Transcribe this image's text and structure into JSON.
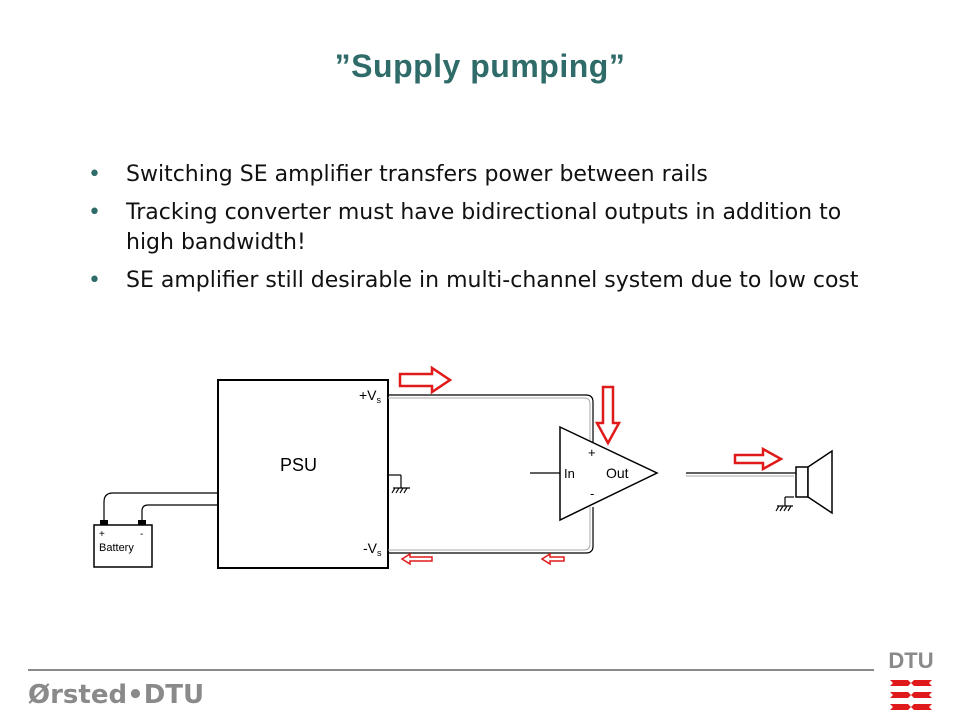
{
  "slide": {
    "title": "”Supply pumping”",
    "bullets": [
      "Switching SE amplifier transfers power between rails",
      "Tracking converter must have bidirectional outputs in addition to high bandwidth!",
      "SE amplifier still desirable in multi-channel system due to low cost"
    ],
    "bullet_marker": "•"
  },
  "diagram": {
    "psu_label": "PSU",
    "battery_label": "Battery",
    "battery_plus": "+",
    "battery_minus": "-",
    "vs_pos_sign": "+V",
    "vs_neg_sign": "-V",
    "vs_sub": "s",
    "amp_plus": "+",
    "amp_minus": "-",
    "amp_in": "In",
    "amp_out": "Out",
    "arrow_color": "#e01a1a"
  },
  "footer": {
    "brand": "Ørsted•DTU",
    "logo_text": "DTU",
    "logo_color": "#e01a1a"
  },
  "colors": {
    "title": "#2e6b69",
    "footer_gray": "#8a8a8a"
  }
}
